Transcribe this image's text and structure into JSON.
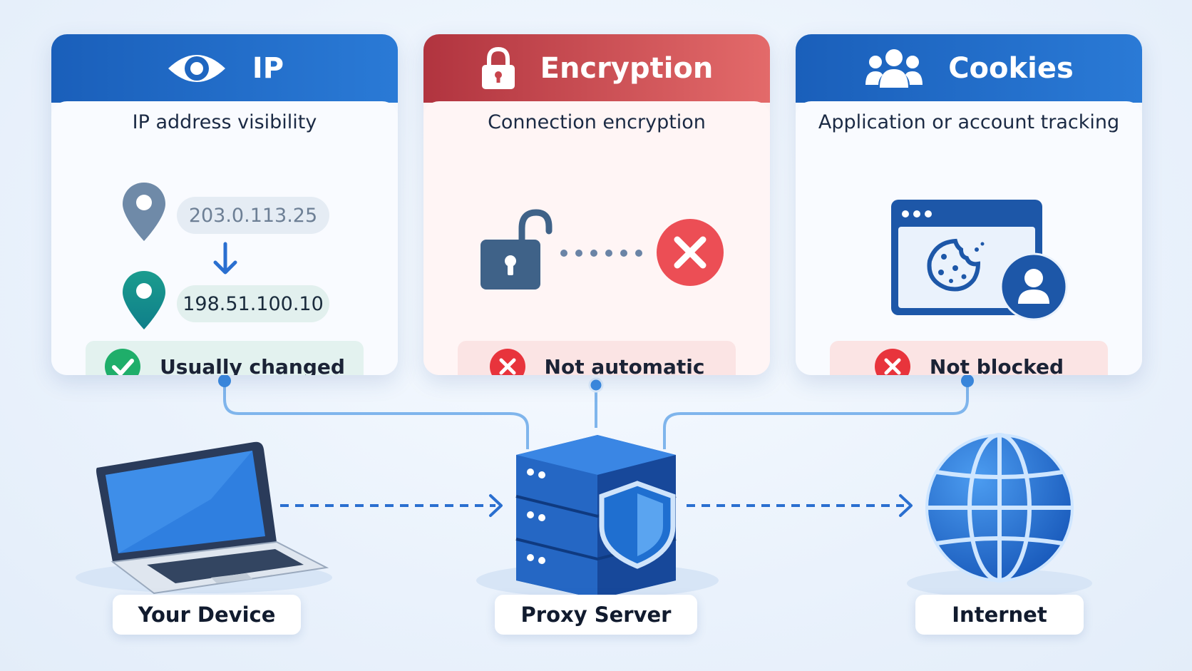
{
  "cards": {
    "ip": {
      "title": "IP",
      "subtitle": "IP address visibility",
      "original_ip": "203.0.113.25",
      "proxy_ip": "198.51.100.10",
      "status": "Usually changed"
    },
    "encryption": {
      "title": "Encryption",
      "subtitle": "Connection encryption",
      "status": "Not automatic"
    },
    "cookies": {
      "title": "Cookies",
      "subtitle": "Application or account tracking",
      "status": "Not blocked"
    }
  },
  "nodes": {
    "device": "Your Device",
    "proxy": "Proxy Server",
    "internet": "Internet"
  },
  "colors": {
    "blue_header": "#1a5fba",
    "red_header": "#c8444c",
    "connector": "#6aa9e6",
    "arrow": "#2a6fd0",
    "success": "#1fae6a",
    "error": "#e8343c"
  },
  "icons": {
    "ip": "eye-icon",
    "encryption": "padlock-icon",
    "cookies": "users-icon"
  }
}
